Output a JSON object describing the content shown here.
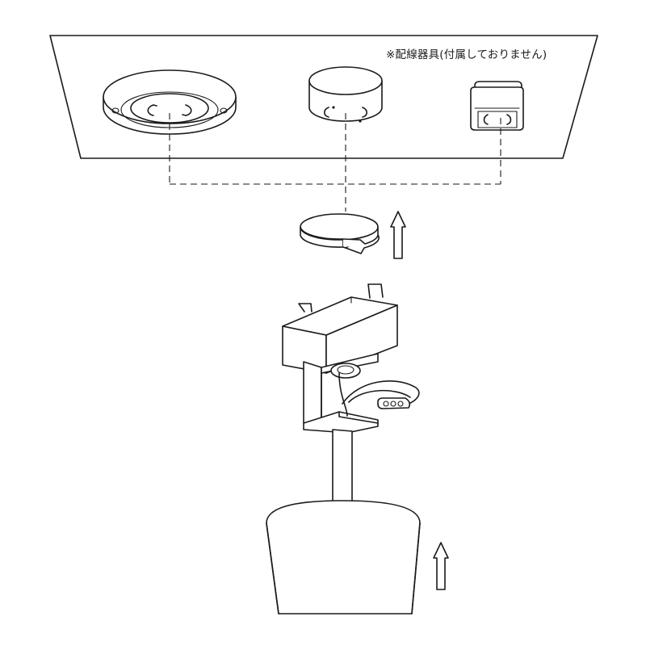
{
  "note": {
    "text": "※配線器具(付属しておりません)"
  },
  "fixtures": [
    {
      "name": "Round ceiling rosette"
    },
    {
      "name": "Cylindrical hooking ceiling"
    },
    {
      "name": "Square hooking ceiling"
    }
  ],
  "colors": {
    "line": "#1a1a1a",
    "background": "#ffffff"
  },
  "icons": [
    "rotate-arrow-icon",
    "up-arrow-icon"
  ]
}
